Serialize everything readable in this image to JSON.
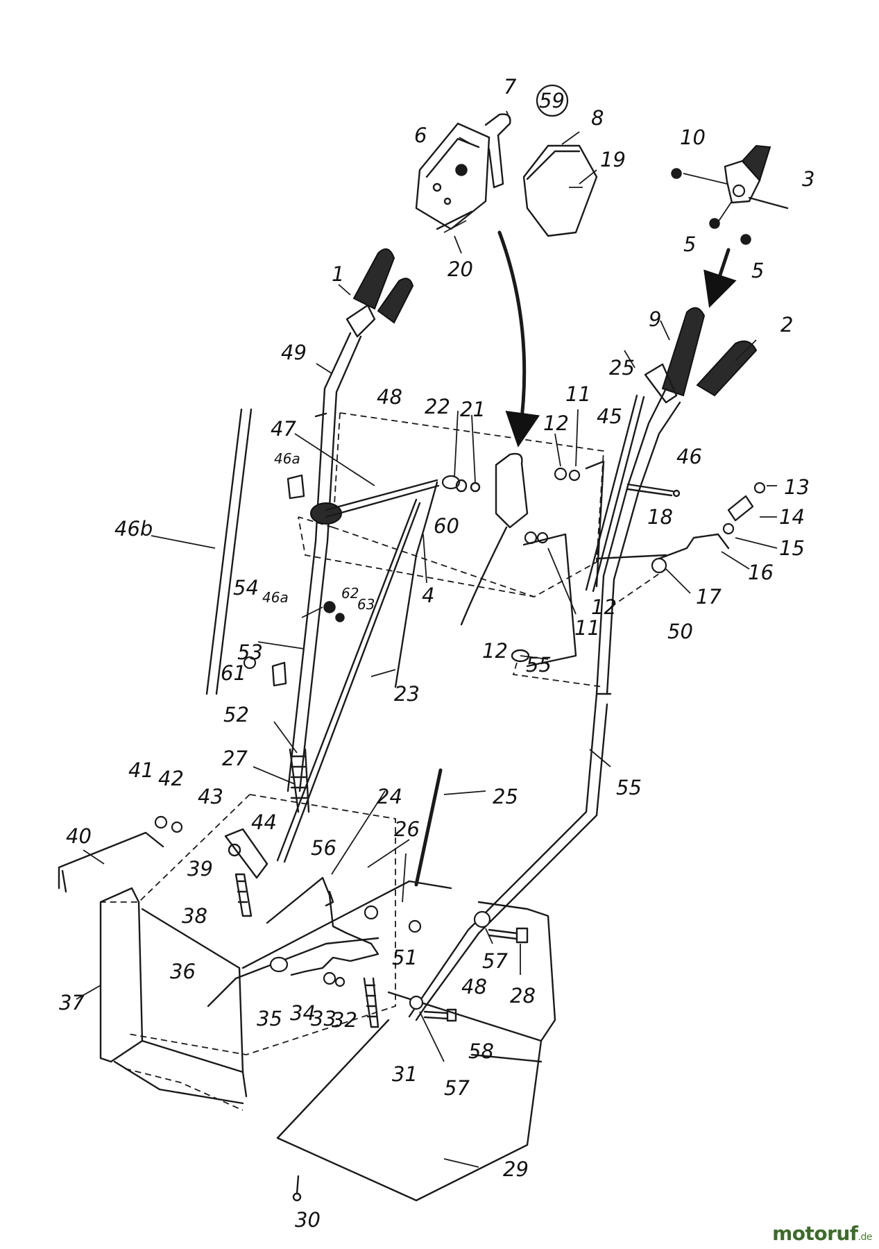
{
  "diagram": {
    "labels": {
      "l1": "1",
      "l2": "2",
      "l3": "3",
      "l4": "4",
      "l5a": "5",
      "l5b": "5",
      "l6": "6",
      "l7": "7",
      "l8": "8",
      "l9": "9",
      "l10": "10",
      "l11a": "11",
      "l11b": "11",
      "l12a": "12",
      "l12b": "12",
      "l12c": "12",
      "l13": "13",
      "l14": "14",
      "l15": "15",
      "l16": "16",
      "l17": "17",
      "l18": "18",
      "l19": "19",
      "l20": "20",
      "l21": "21",
      "l22": "22",
      "l23": "23",
      "l24": "24",
      "l25a": "25",
      "l25b": "25",
      "l26": "26",
      "l27": "27",
      "l28": "28",
      "l29": "29",
      "l30": "30",
      "l31": "31",
      "l32": "32",
      "l33": "33",
      "l34": "34",
      "l35": "35",
      "l36": "36",
      "l37": "37",
      "l38": "38",
      "l39": "39",
      "l40": "40",
      "l41": "41",
      "l42": "42",
      "l43": "43",
      "l44": "44",
      "l45": "45",
      "l46": "46",
      "l46a1": "46a",
      "l46a2": "46a",
      "l46b": "46b",
      "l47": "47",
      "l48a": "48",
      "l48b": "48",
      "l49": "49",
      "l50": "50",
      "l51": "51",
      "l52": "52",
      "l53": "53",
      "l54": "54",
      "l55a": "55",
      "l55b": "55",
      "l56": "56",
      "l57a": "57",
      "l57b": "57",
      "l58": "58",
      "l59": "59",
      "l60": "60",
      "l61": "61",
      "l62": "62",
      "l63": "63"
    }
  },
  "watermark": {
    "brand": "motoruf",
    "domain": ".de"
  }
}
